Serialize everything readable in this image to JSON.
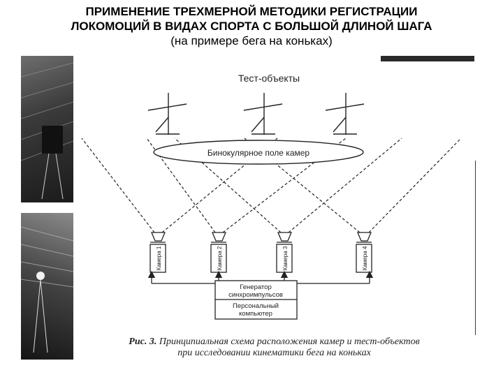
{
  "header": {
    "title_line1": "ПРИМЕНЕНИЕ ТРЕХМЕРНОЙ МЕТОДИКИ РЕГИСТРАЦИИ",
    "title_line2": "ЛОКОМОЦИЙ В ВИДАХ СПОРТА С БОЛЬШОЙ ДЛИНОЙ ШАГА",
    "subtitle": "(на примере бега на коньках)"
  },
  "diagram": {
    "test_objects_label": "Тест-объекты",
    "binocular_field_label": "Бинокулярное поле камер",
    "cameras": [
      "Камера 1",
      "Камера 2",
      "Камера 3",
      "Камера 4"
    ],
    "generator_label_line1": "Генератор",
    "generator_label_line2": "синхроимпульсов",
    "computer_label_line1": "Персональный",
    "computer_label_line2": "компьютер"
  },
  "caption": {
    "fig_label": "Рис. 3.",
    "line1_text": "Принципиальная схема расположения камер и тест-объектов",
    "line2_text": "при исследовании кинематики бега на коньках"
  }
}
